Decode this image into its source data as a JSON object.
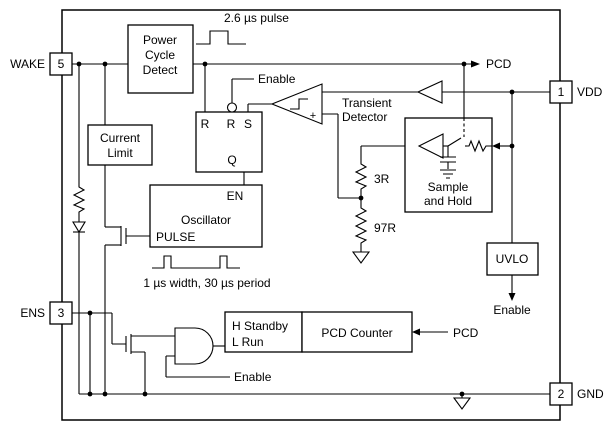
{
  "pins": {
    "wake": {
      "number": "5",
      "label": "WAKE"
    },
    "ens": {
      "number": "3",
      "label": "ENS"
    },
    "vdd": {
      "number": "1",
      "label": "VDD"
    },
    "gnd": {
      "number": "2",
      "label": "GND"
    }
  },
  "blocks": {
    "power_cycle_detect": {
      "lines": [
        "Power",
        "Cycle",
        "Detect"
      ]
    },
    "current_limit": {
      "lines": [
        "Current",
        "Limit"
      ]
    },
    "latch": {
      "r1": "R",
      "r2": "R",
      "s": "S",
      "q": "Q"
    },
    "oscillator": {
      "en": "EN",
      "title": "Oscillator",
      "pulse": "PULSE"
    },
    "sample_hold": {
      "lines": [
        "Sample",
        "and Hold"
      ]
    },
    "uvlo": {
      "title": "UVLO",
      "enable": "Enable"
    },
    "standby": {
      "lines": [
        "H Standby",
        "L Run"
      ]
    },
    "pcd_counter": {
      "title": "PCD Counter"
    }
  },
  "labels": {
    "pcd_top": "PCD",
    "pcd_right": "PCD",
    "enable_latch": "Enable",
    "enable_and": "Enable",
    "pulse_annotation": "2.6 µs pulse",
    "osc_annotation": "1 µs width, 30 µs period",
    "transient_line1": "Transient",
    "transient_line2": "Detector",
    "r_top": "3R",
    "r_bottom": "97R",
    "comparator_plus": "+"
  },
  "colors": {
    "line": "#000000",
    "background": "#ffffff"
  }
}
